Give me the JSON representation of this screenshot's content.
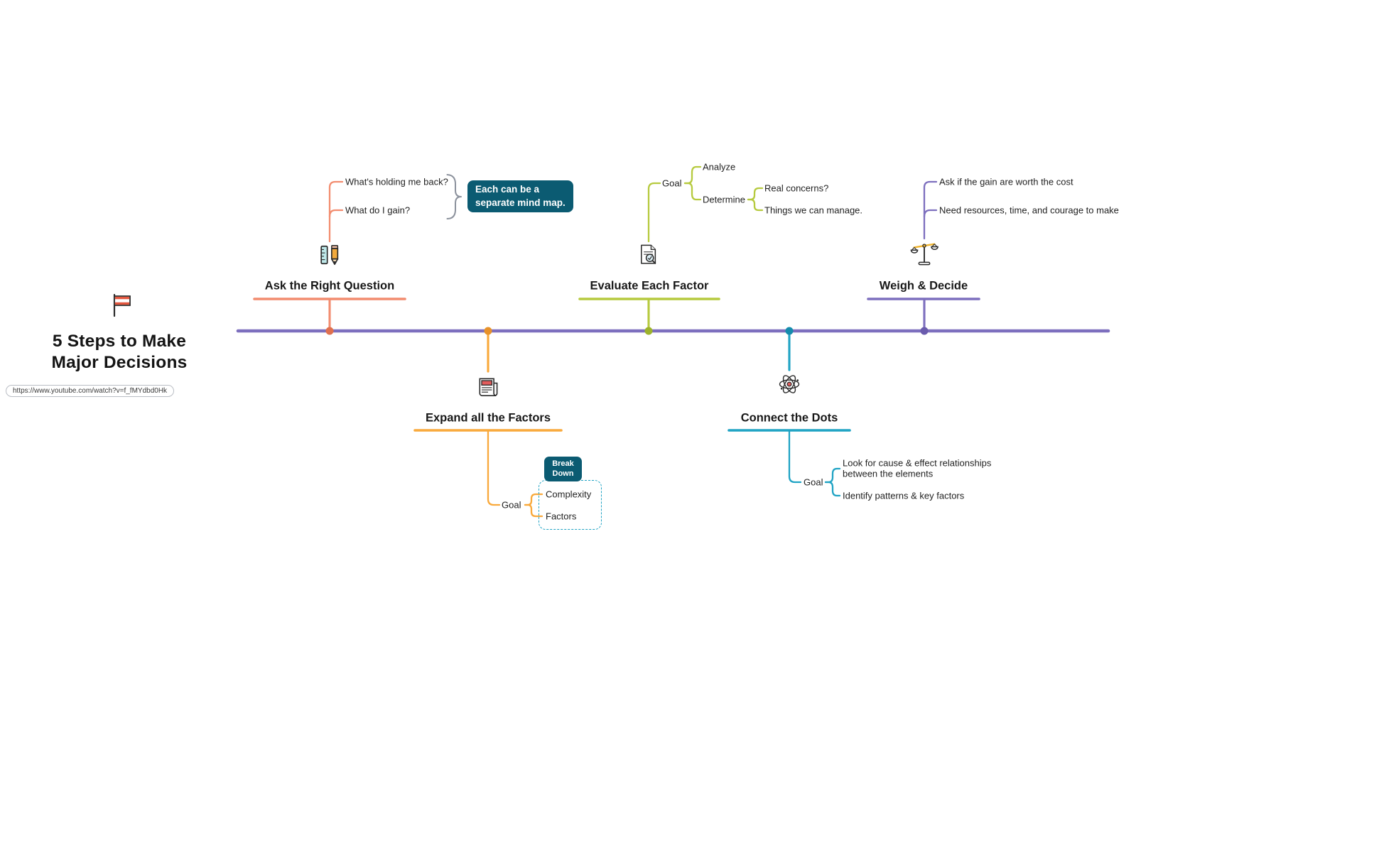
{
  "colors": {
    "timeline": "#7D6FBE",
    "step1_branch": "#F28C6F",
    "step2_branch": "#F9A93B",
    "step3_branch": "#B6CA3E",
    "step4_branch": "#1FA3C4",
    "step5_branch": "#7D6FBE",
    "note_box": "#0B5B72"
  },
  "root": {
    "title_line1": "5 Steps to Make",
    "title_line2": "Major Decisions",
    "url": "https://www.youtube.com/watch?v=f_fMYdbd0Hk"
  },
  "step1": {
    "title": "Ask the Right Question",
    "q1": "What's holding me back?",
    "q2": "What do I gain?",
    "note_line1": "Each can be a",
    "note_line2": "separate mind map."
  },
  "step2": {
    "title": "Expand all the Factors",
    "goal": "Goal",
    "badge_line1": "Break",
    "badge_line2": "Down",
    "child1": "Complexity",
    "child2": "Factors"
  },
  "step3": {
    "title": "Evaluate Each Factor",
    "goal": "Goal",
    "child1": "Analyze",
    "child2": "Determine",
    "sub1": "Real concerns?",
    "sub2": "Things we can manage."
  },
  "step4": {
    "title": "Connect the Dots",
    "goal": "Goal",
    "child1": "Look for cause & effect relationships between the elements",
    "child2": "Identify patterns & key factors"
  },
  "step5": {
    "title": "Weigh & Decide",
    "child1": "Ask if the gain are worth the cost",
    "child2": "Need resources, time, and courage to make"
  }
}
